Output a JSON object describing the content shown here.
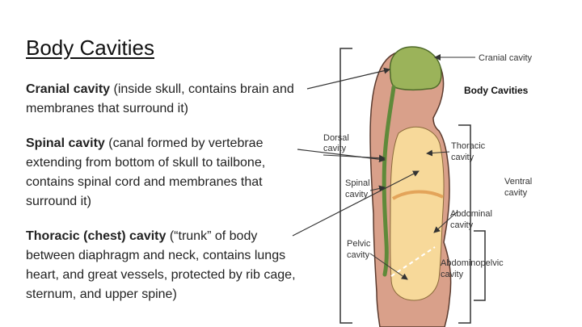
{
  "slide": {
    "title": "Body Cavities",
    "paragraphs": [
      {
        "term": "Cranial cavity",
        "text": " (inside skull, contains brain and membranes that surround it)"
      },
      {
        "term": "Spinal cavity",
        "text": " (canal formed by vertebrae extending from bottom of skull to tailbone, contains spinal cord and membranes that surround it)"
      },
      {
        "term": "Thoracic (chest) cavity",
        "text": " (“trunk” of body between diaphragm and neck, contains lungs heart, and great vessels, protected by rib cage, sternum, and upper spine)"
      }
    ]
  },
  "figure": {
    "title": "Body Cavities",
    "labels": {
      "cranial": "Cranial cavity",
      "dorsal_1": "Dorsal",
      "dorsal_2": "cavity",
      "spinal_1": "Spinal",
      "spinal_2": "cavity",
      "pelvic_1": "Pelvic",
      "pelvic_2": "cavity",
      "thoracic_1": "Thoracic",
      "thoracic_2": "cavity",
      "ventral_1": "Ventral",
      "ventral_2": "cavity",
      "abdominal_1": "Abdominal",
      "abdominal_2": "cavity",
      "abdominopelvic_1": "Abdominopelvic",
      "abdominopelvic_2": "cavity"
    },
    "colors": {
      "skin": "#d9a08a",
      "skin_outline": "#5a3a2e",
      "cranial": "#9bb35a",
      "ventral": "#f7d99a",
      "diaphragm": "#e3a45a",
      "arrow": "#333333"
    }
  }
}
